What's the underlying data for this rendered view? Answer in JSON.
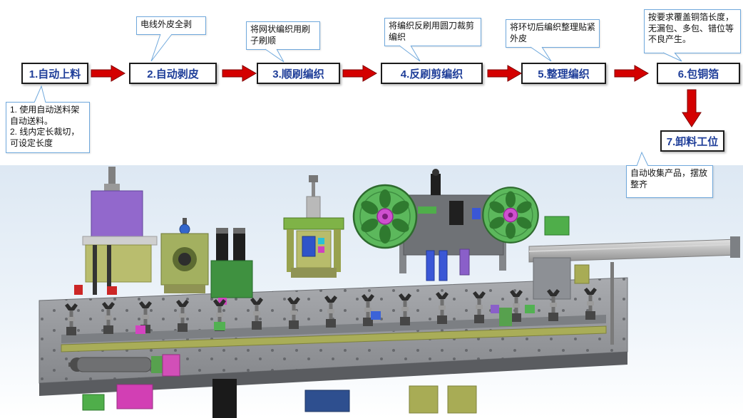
{
  "flow": {
    "steps": [
      {
        "label": "1.自动上料"
      },
      {
        "label": "2.自动剥皮"
      },
      {
        "label": "3.顺刷编织"
      },
      {
        "label": "4.反刷剪编织"
      },
      {
        "label": "5.整理编织"
      },
      {
        "label": "6.包铜箔"
      },
      {
        "label": "7.卸料工位"
      }
    ],
    "callouts": {
      "strip_all": "电线外皮全剥",
      "brush": "将网状编织用刷子刷顺",
      "cut": "将编织反刷用圆刀裁剪编织",
      "tidy": "将环切后编织整理贴紧外皮",
      "foil": "按要求覆盖铜箔长度，无漏包、多包、错位等不良产生。",
      "feed_note": "1. 使用自动送料架自动送料。\n2. 线内定长裁切，可设定长度",
      "collect_note": "自动收集产品，摆放整齐"
    },
    "colors": {
      "step_text": "#1f3e99",
      "step_border": "#1c1c1c",
      "arrow_red": "#d40000",
      "callout_border": "#6fa8dc"
    }
  }
}
